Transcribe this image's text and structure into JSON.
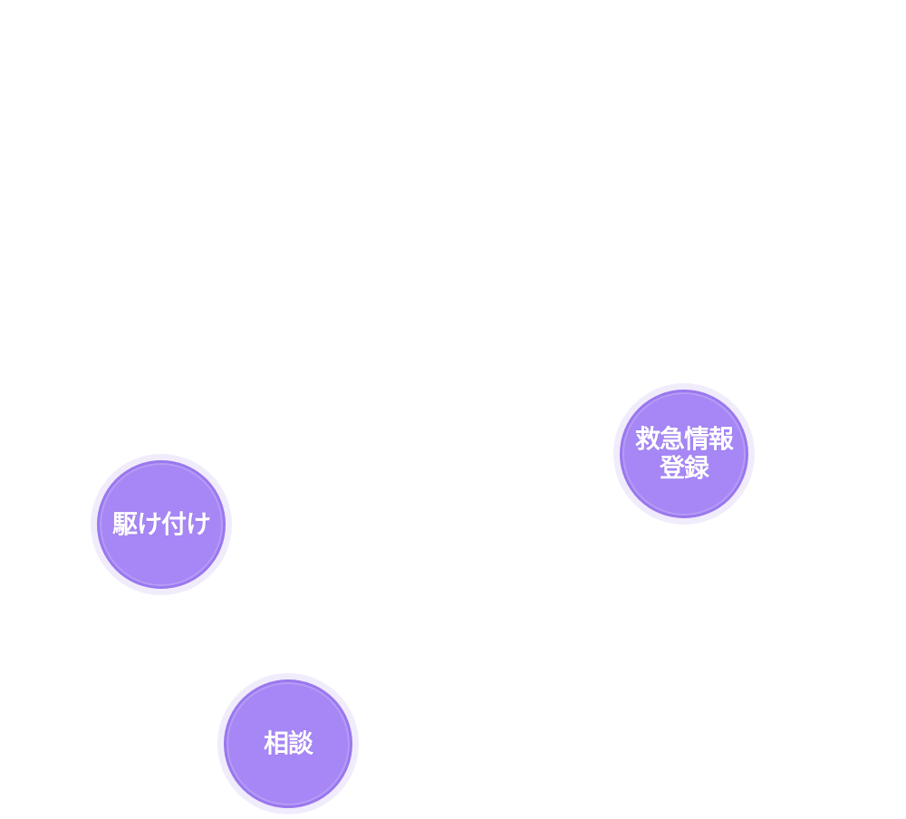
{
  "menu": {
    "items": [
      {
        "id": "kyukyu",
        "label": "救急情報\n登録"
      },
      {
        "id": "kaketsuke",
        "label": "駆け付け"
      },
      {
        "id": "sodan",
        "label": "相談"
      }
    ]
  },
  "colors": {
    "background": "#ffffff",
    "circle_fill": "#a687f5",
    "circle_border": "#9a78ee",
    "circle_halo": "#f1ecfc",
    "label": "#ffffff"
  }
}
